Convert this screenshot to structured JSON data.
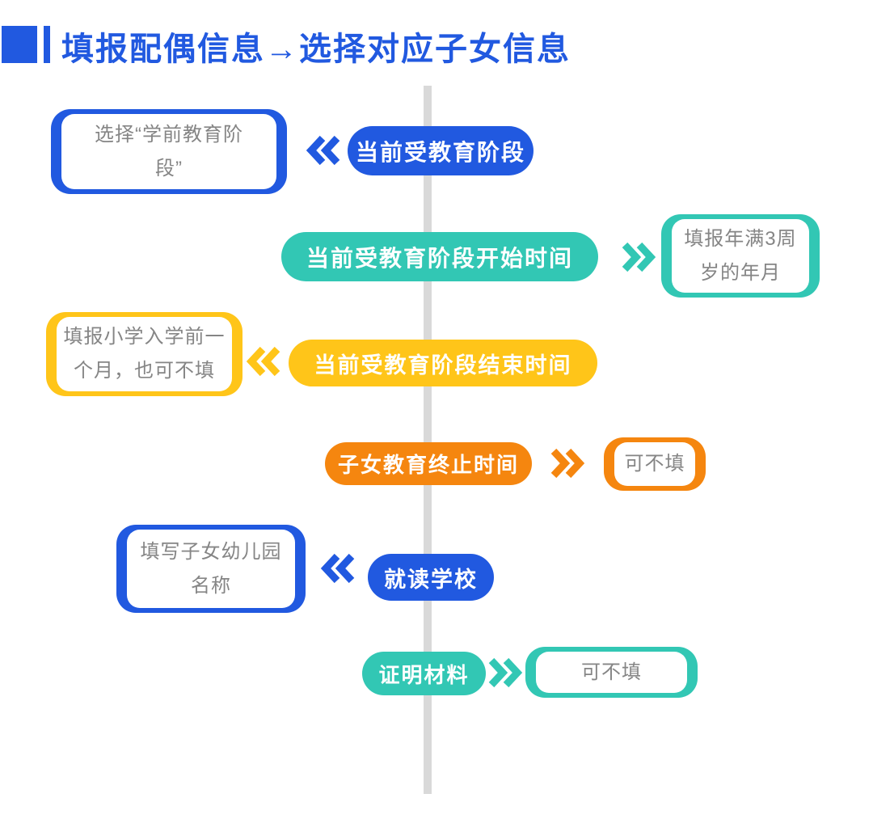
{
  "title": {
    "text": "填报配偶信息→选择对应子女信息"
  },
  "colors": {
    "blue": "#2159e0",
    "teal": "#32c7b4",
    "yellow": "#ffc519",
    "orange": "#f5860f",
    "line": "#d9d9d9",
    "note_text": "#858585"
  },
  "rows": [
    {
      "field": "当前受教育阶段",
      "direction": "left",
      "color": "#2159e0",
      "note_lines": [
        "选择“学前教育阶",
        "段”"
      ]
    },
    {
      "field": "当前受教育阶段开始时间",
      "direction": "right",
      "color": "#32c7b4",
      "note_lines": [
        "填报年满3周",
        "岁的年月"
      ]
    },
    {
      "field": "当前受教育阶段结束时间",
      "direction": "left",
      "color": "#ffc519",
      "note_lines": [
        "填报小学入学前一",
        "个月，也可不填"
      ]
    },
    {
      "field": "子女教育终止时间",
      "direction": "right",
      "color": "#f5860f",
      "note_lines": [
        "可不填"
      ]
    },
    {
      "field": "就读学校",
      "direction": "left",
      "color": "#2159e0",
      "note_lines": [
        "填写子女幼儿园",
        "名称"
      ]
    },
    {
      "field": "证明材料",
      "direction": "right",
      "color": "#32c7b4",
      "note_lines": [
        "可不填"
      ]
    }
  ]
}
